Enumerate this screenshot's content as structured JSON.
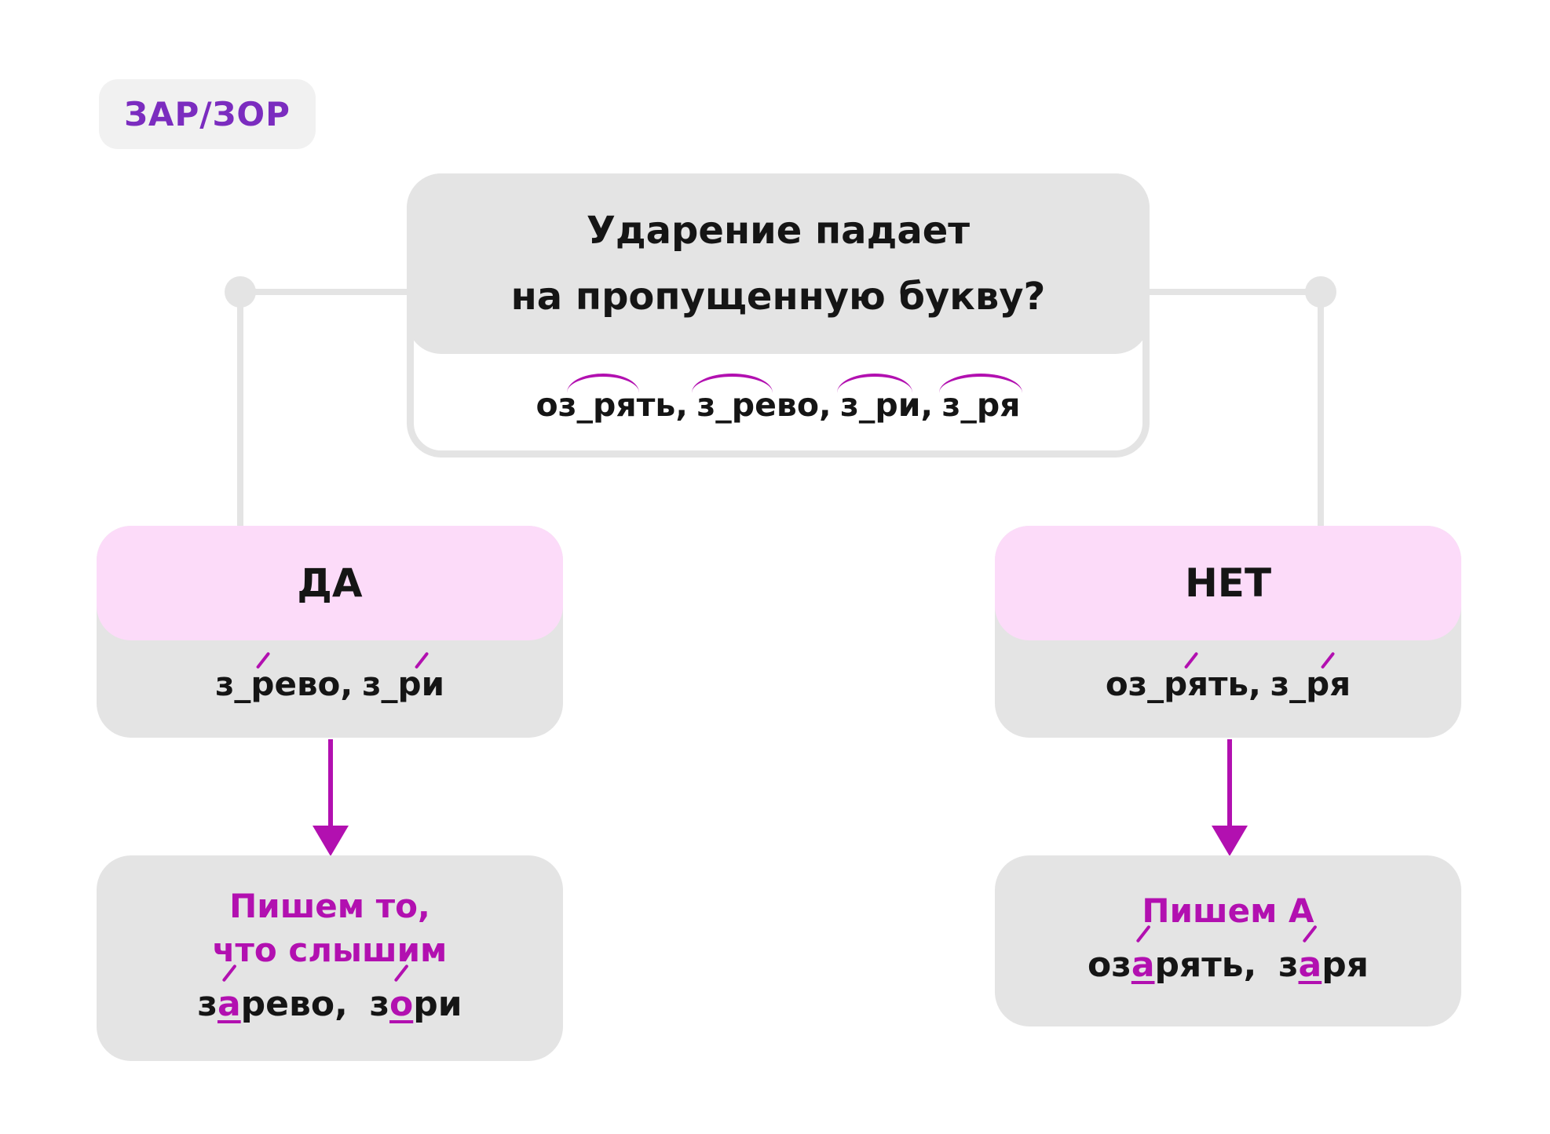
{
  "tag": {
    "label": "ЗАР/ЗОР"
  },
  "question": {
    "line1": "Ударение падает",
    "line2": "на пропущенную букву?",
    "examples": [
      {
        "word": "оз_рять",
        "sep": ","
      },
      {
        "word": "з_рево",
        "sep": ","
      },
      {
        "word": "з_ри",
        "sep": ","
      },
      {
        "word": "з_ря",
        "sep": ""
      }
    ]
  },
  "yes": {
    "label": "ДА",
    "examples": {
      "w1": "з_рево",
      "sep1": ",",
      "w2": "з_ри"
    },
    "result": {
      "line1": "Пишем то,",
      "line2": "что слышим",
      "w1_pre": "з",
      "w1_letter": "а",
      "w1_post": "рево",
      "sep": ",",
      "w2_pre": "з",
      "w2_letter": "о",
      "w2_post": "ри"
    }
  },
  "no": {
    "label": "НЕТ",
    "examples": {
      "w1": "оз_рять",
      "sep1": ",",
      "w2": "з_ря"
    },
    "result": {
      "line1": "Пишем А",
      "w1_pre": "оз",
      "w1_letter": "а",
      "w1_post": "рять",
      "sep": ",",
      "w2_pre": "з",
      "w2_letter": "а",
      "w2_post": "ря"
    }
  },
  "colors": {
    "accent": "#b210b0",
    "tag_text": "#7b2cbf",
    "box": "#e4e4e4",
    "head": "#fcdbf9"
  }
}
